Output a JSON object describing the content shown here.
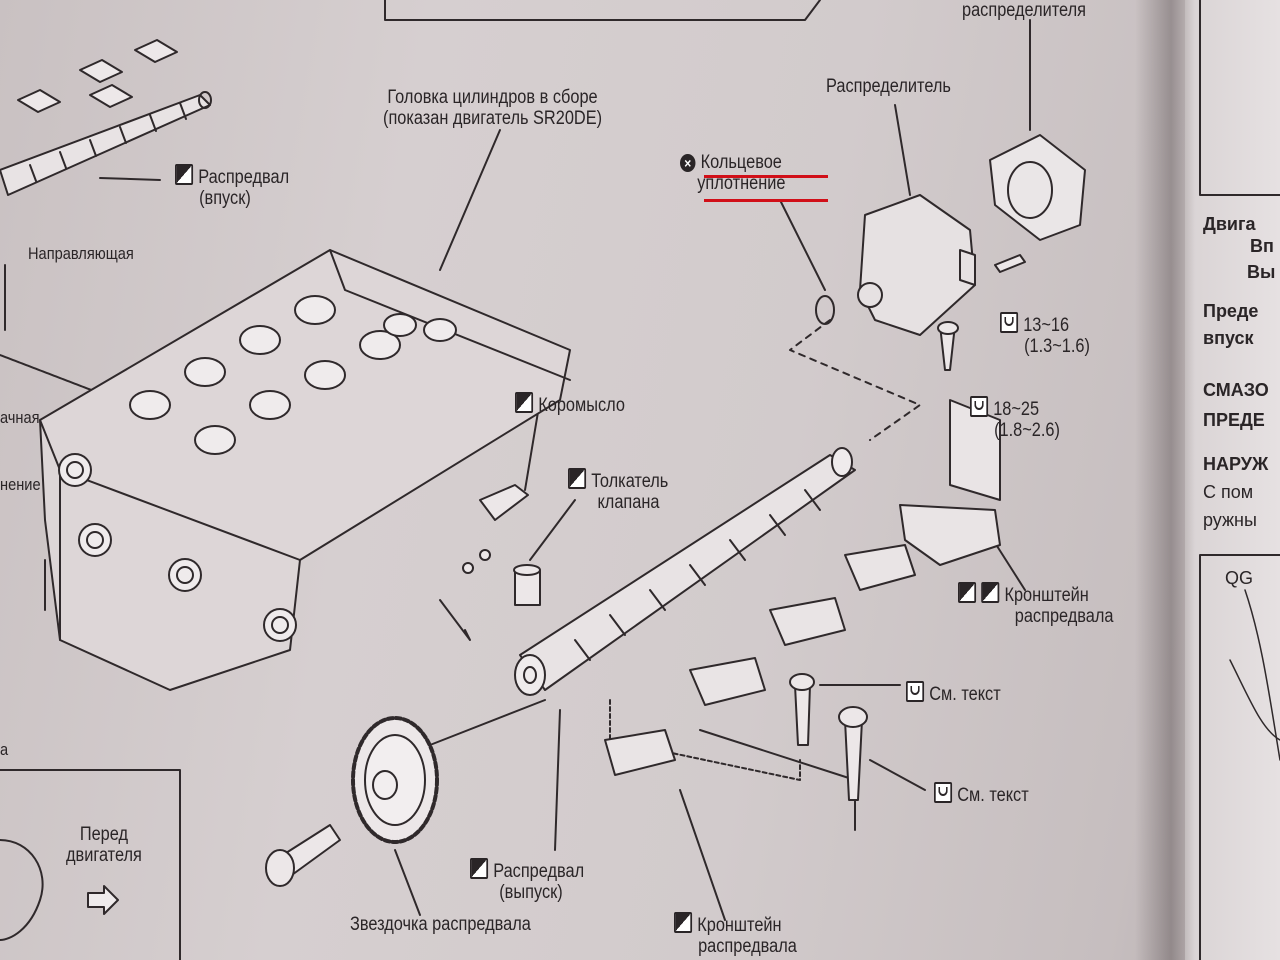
{
  "labels": {
    "camshaft_intake": [
      "Распредвал",
      "(впуск)"
    ],
    "guide": "Направляющая",
    "cylinder_head": [
      "Головка цилиндров в сборе",
      "(показан двигатель SR20DE)"
    ],
    "o_ring": [
      "Кольцевое",
      "уплотнение"
    ],
    "distributor": "Распределитель",
    "distributor_top": "распределителя",
    "rocker": "Коромысло",
    "valve_lifter": [
      "Толкатель",
      "клапана"
    ],
    "torque_1": [
      "13~16",
      "(1.3~1.6)"
    ],
    "torque_2": [
      "18~25",
      "(1.8~2.6)"
    ],
    "cam_bracket_right": [
      "Кронштейн",
      "распредвала"
    ],
    "see_text_1": "См. текст",
    "see_text_2": "См. текст",
    "camshaft_exhaust": [
      "Распредвал",
      "(выпуск)"
    ],
    "sprocket": "Звездочка распредвала",
    "cam_bracket_bottom": [
      "Кронштейн",
      "распредвала"
    ],
    "engine_front": [
      "Перед",
      "двигателя"
    ],
    "left_cut": [
      "ачная",
      "нение",
      "а"
    ]
  },
  "right_page": {
    "lines": [
      "Двига",
      "Вп",
      "Вы",
      "Преде",
      "впуск",
      "СМАЗО",
      "ПРЕДЕ",
      "НАРУЖ",
      "С пом",
      "ружны"
    ],
    "box_label": "QG"
  },
  "colors": {
    "paper": "#d4cdce",
    "ink": "#2a2527",
    "highlight": "#d10f18"
  }
}
